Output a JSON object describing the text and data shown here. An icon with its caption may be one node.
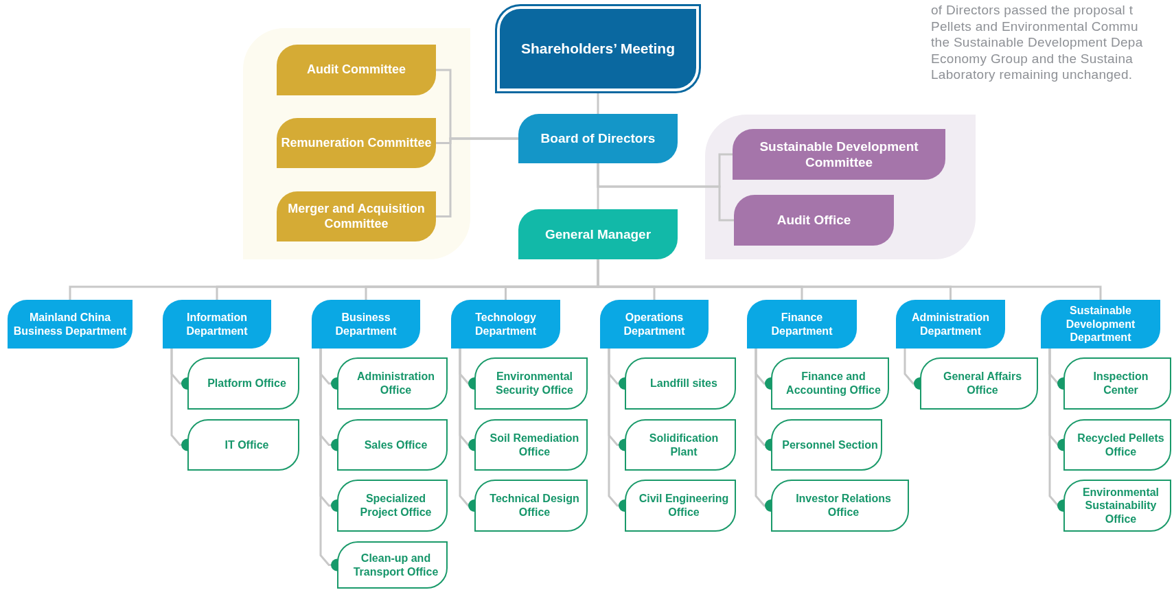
{
  "diagram": {
    "nodes": [
      {
        "text": [
          "Shareholders’ Meeting"
        ]
      },
      {
        "text": [
          "Board of Directors"
        ]
      },
      {
        "text": [
          "General Manager"
        ]
      },
      {
        "text": [],
        "shape": "box"
      },
      {
        "text": [
          "Audit Committee"
        ],
        "in": 3
      },
      {
        "text": [
          "Remuneration Committee"
        ],
        "in": 3
      },
      {
        "text": [
          "Merger and Acquisition Committee"
        ],
        "in": 3
      },
      {
        "text": [],
        "shape": "box"
      },
      {
        "text": [
          "Sustainable Development Committee"
        ],
        "in": 7
      },
      {
        "text": [
          "Audit Office"
        ],
        "in": 7
      },
      {
        "text": [
          "Mainland China Business Department"
        ]
      },
      {
        "text": [
          "Information Department"
        ]
      },
      {
        "text": [
          "Business Department"
        ]
      },
      {
        "text": [
          "Technology Department"
        ]
      },
      {
        "text": [
          "Operations Department"
        ]
      },
      {
        "text": [
          "Finance Department"
        ]
      },
      {
        "text": [
          "Administration Department"
        ]
      },
      {
        "text": [
          "Sustainable Development Department"
        ]
      },
      {
        "text": [
          "Platform Office"
        ]
      },
      {
        "text": [
          "IT Office"
        ]
      },
      {
        "text": [
          "Administration Office"
        ]
      },
      {
        "text": [
          "Sales Office"
        ]
      },
      {
        "text": [
          "Specialized Project Office"
        ]
      },
      {
        "text": [
          "Clean-up and Transport Office"
        ]
      },
      {
        "text": [
          "Environmental Security Office"
        ]
      },
      {
        "text": [
          "Soil Remediation Office"
        ]
      },
      {
        "text": [
          "Technical Design Office"
        ]
      },
      {
        "text": [
          "Landfill sites"
        ]
      },
      {
        "text": [
          "Solidification Plant"
        ]
      },
      {
        "text": [
          "Civil Engineering Office"
        ]
      },
      {
        "text": [
          "Finance and Accounting Office"
        ]
      },
      {
        "text": [
          "Personnel Section"
        ]
      },
      {
        "text": [
          "Investor Relations Office"
        ]
      },
      {
        "text": [
          "General Affairs Office"
        ]
      },
      {
        "text": [
          "Inspection Center"
        ]
      },
      {
        "text": [
          "Recycled Pellets Office"
        ]
      },
      {
        "text": [
          "Environmental Sustainability Office"
        ]
      }
    ],
    "edges": [
      {
        "from": 0,
        "to": 1,
        "arrow": "none"
      },
      {
        "from": 1,
        "to": 2,
        "arrow": "none"
      },
      {
        "from": 1,
        "to": 4,
        "arrow": "none"
      },
      {
        "from": 1,
        "to": 5,
        "arrow": "none"
      },
      {
        "from": 1,
        "to": 6,
        "arrow": "none"
      },
      {
        "from": 1,
        "to": 8,
        "arrow": "none"
      },
      {
        "from": 1,
        "to": 9,
        "arrow": "none"
      },
      {
        "from": 2,
        "to": 10,
        "arrow": "none"
      },
      {
        "from": 2,
        "to": 11,
        "arrow": "none"
      },
      {
        "from": 2,
        "to": 12,
        "arrow": "none"
      },
      {
        "from": 2,
        "to": 13,
        "arrow": "none"
      },
      {
        "from": 2,
        "to": 14,
        "arrow": "none"
      },
      {
        "from": 2,
        "to": 15,
        "arrow": "none"
      },
      {
        "from": 2,
        "to": 16,
        "arrow": "none"
      },
      {
        "from": 2,
        "to": 17,
        "arrow": "none"
      },
      {
        "from": 11,
        "to": 18,
        "arrow": "other"
      },
      {
        "from": 11,
        "to": 19,
        "arrow": "other"
      },
      {
        "from": 12,
        "to": 20,
        "arrow": "other"
      },
      {
        "from": 12,
        "to": 21,
        "arrow": "other"
      },
      {
        "from": 12,
        "to": 22,
        "arrow": "other"
      },
      {
        "from": 12,
        "to": 23,
        "arrow": "other"
      },
      {
        "from": 13,
        "to": 24,
        "arrow": "other"
      },
      {
        "from": 13,
        "to": 25,
        "arrow": "other"
      },
      {
        "from": 13,
        "to": 26,
        "arrow": "other"
      },
      {
        "from": 14,
        "to": 27,
        "arrow": "other"
      },
      {
        "from": 14,
        "to": 28,
        "arrow": "other"
      },
      {
        "from": 14,
        "to": 29,
        "arrow": "other"
      },
      {
        "from": 15,
        "to": 30,
        "arrow": "other"
      },
      {
        "from": 15,
        "to": 31,
        "arrow": "other"
      },
      {
        "from": 15,
        "to": 32,
        "arrow": "other"
      },
      {
        "from": 16,
        "to": 33,
        "arrow": "other"
      },
      {
        "from": 17,
        "to": 34,
        "arrow": "other"
      },
      {
        "from": 17,
        "to": 35,
        "arrow": "other"
      },
      {
        "from": 17,
        "to": 36,
        "arrow": "other"
      }
    ],
    "labels": [
      "of Directors passed the proposal t",
      "Pellets and Environmental Commu",
      "the Sustainable Development Depa",
      "Economy Group and the Sustaina",
      "Laboratory remaining unchanged."
    ]
  }
}
